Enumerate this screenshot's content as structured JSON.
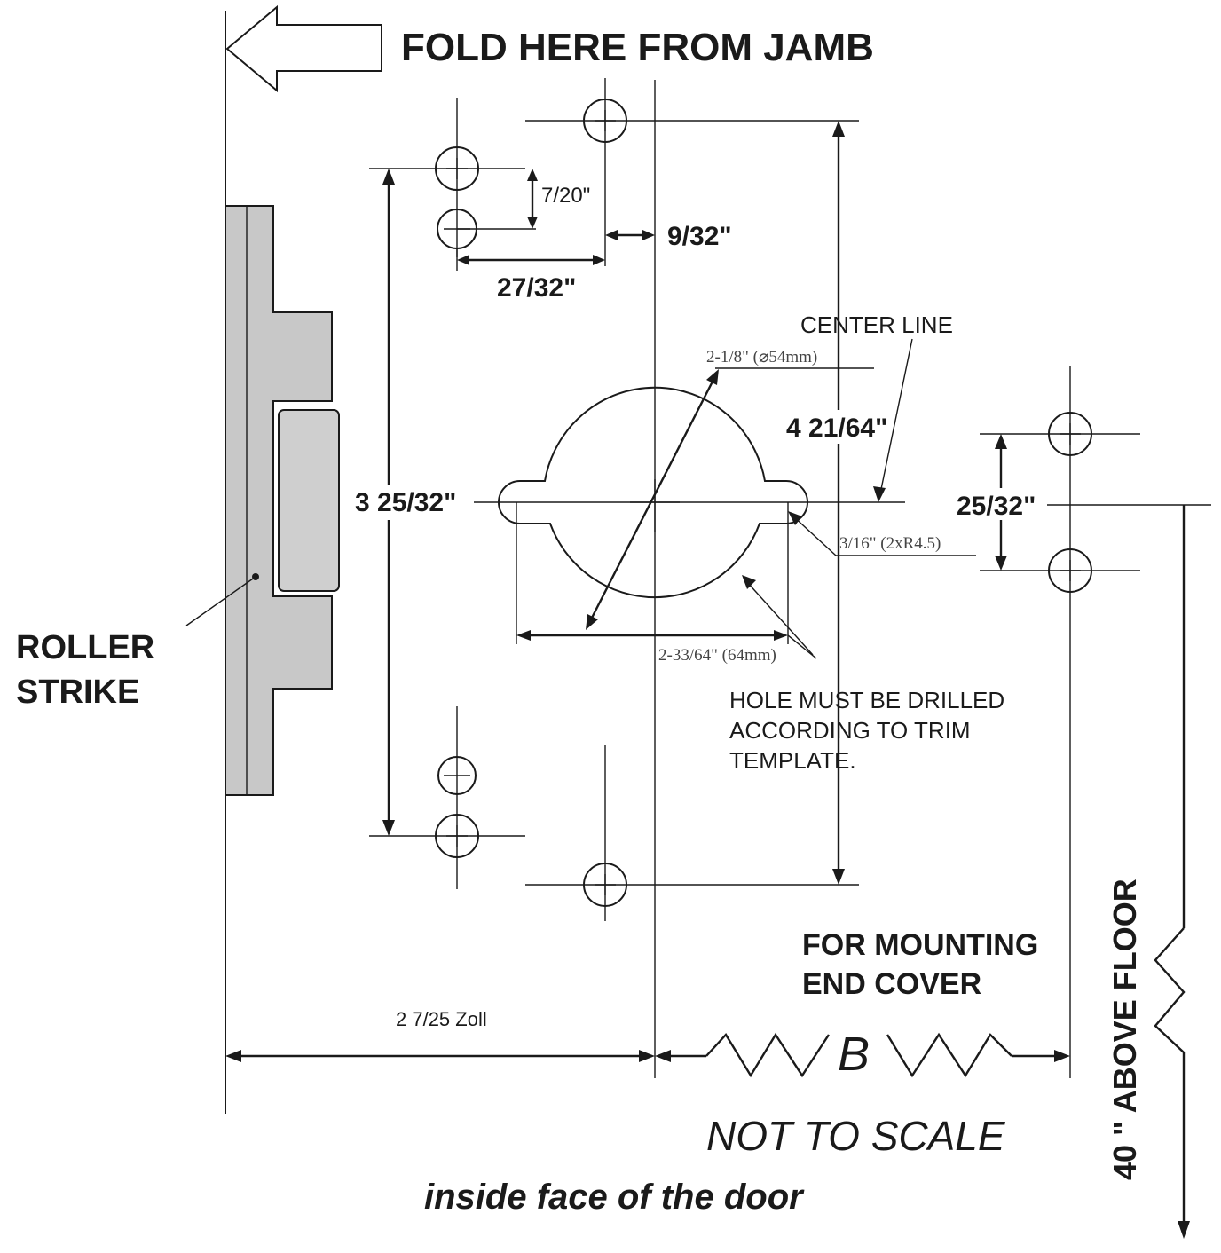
{
  "labels": {
    "fold_here": "FOLD HERE FROM JAMB",
    "dim_7_20": "7/20\"",
    "dim_9_32": "9/32\"",
    "dim_27_32": "27/32\"",
    "center_line": "CENTER LINE",
    "dia_hole": "2-1/8\" (⌀54mm)",
    "dim_4_21_64": "4 21/64\"",
    "dim_3_25_32": "3 25/32\"",
    "dim_25_32": "25/32\"",
    "radius_note": "3/16\" (2xR4.5)",
    "width_note": "2-33/64\" (64mm)",
    "drill_note_1": "HOLE MUST BE DRILLED",
    "drill_note_2": "ACCORDING TO TRIM",
    "drill_note_3": "TEMPLATE.",
    "roller_1": "ROLLER",
    "roller_2": "STRIKE",
    "mount_1": "FOR MOUNTING",
    "mount_2": "END COVER",
    "backset": "2  7/25  Zoll",
    "b_label": "B",
    "not_to_scale": "NOT TO SCALE",
    "above_floor": "40 \" ABOVE  FLOOR",
    "inside_face": "inside face of the door"
  },
  "colors": {
    "ink": "#1a1a1a",
    "strike": "#c8c8c8",
    "serif_note": "#444444"
  }
}
